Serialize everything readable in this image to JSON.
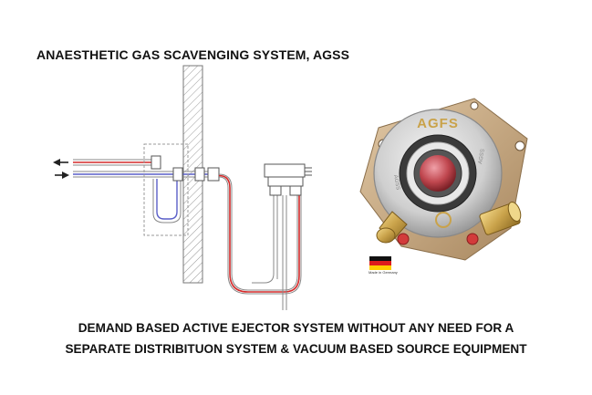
{
  "title": "ANAESTHETIC GAS SCAVENGING SYSTEM, AGSS",
  "caption": {
    "line1": "DEMAND BASED ACTIVE EJECTOR SYSTEM WITHOUT ANY NEED FOR A",
    "line2": "SEPARATE DISTRIBITUON SYSTEM & VACUUM  BASED SOURCE EQUIPMENT"
  },
  "device": {
    "brand": "AGFS",
    "side_label_left": "AGSS",
    "side_label_right": "AGSS",
    "made_in": "Made in Germany"
  },
  "colors": {
    "red_line": "#d42a2a",
    "blue_line": "#5a5fc8",
    "brass": "#c9a24a",
    "knob": "#c0474f"
  }
}
